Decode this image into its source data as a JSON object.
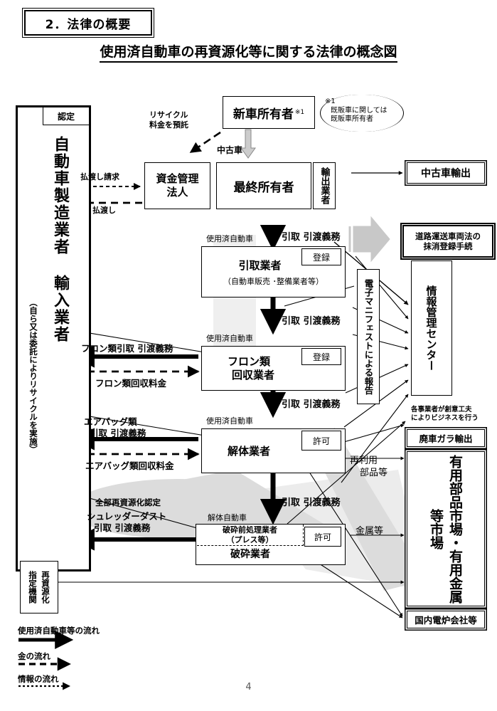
{
  "header": {
    "section_badge": "2．法律の概要",
    "title": "使用済自動車の再資源化等に関する法律の概念図",
    "page_number": "4"
  },
  "nodes": {
    "manufacturer": {
      "main": "自動車製造業者 輸入業者",
      "sub": "（自ら又は委託によりリサイクルを実施）",
      "tag": "認定"
    },
    "designated_org": {
      "col1": "再資源化",
      "col2": "指定機関"
    },
    "new_car_owner": {
      "label": "新車所有者",
      "note_mark": "※1"
    },
    "note1": {
      "mark": "※1",
      "line1": "既販車に関しては",
      "line2": "既販車所有者"
    },
    "fund_mgmt": {
      "line1": "資金管理",
      "line2": "法人"
    },
    "last_owner": {
      "label": "最終所有者"
    },
    "exporter": {
      "label": "輸出業者"
    },
    "used_car_export": {
      "label": "中古車輸出"
    },
    "road_law": {
      "line1": "道路運送車両法の",
      "line2": "抹消登録手続"
    },
    "collector": {
      "label": "引取業者",
      "sub": "（自動車販売 ･整備業者等）",
      "tag": "登録"
    },
    "fluorocarbon": {
      "line1": "フロン類",
      "line2": "回収業者",
      "tag": "登録"
    },
    "dismantler": {
      "label": "解体業者",
      "tag": "許可"
    },
    "shredder": {
      "pre1": "破砕前処理業者",
      "pre2": "（プレス等）",
      "main": "破砕業者",
      "tag": "許可"
    },
    "info_center": {
      "label": "情報管理センター"
    },
    "manifest": {
      "label": "電子マニフェストによる報告"
    },
    "market_note": {
      "line1": "各事業者が創意工夫",
      "line2": "によりビジネスを行う"
    },
    "scrap_export": {
      "label": "廃車ガラ輸出"
    },
    "market": {
      "label": "有用部品市場・有用金属等市場"
    },
    "furnace": {
      "label": "国内電炉会社等"
    }
  },
  "edge_labels": {
    "recycle_deposit": {
      "line1": "リサイクル",
      "line2": "料金を預託"
    },
    "payout_request": "払渡し請求",
    "payout": "払渡し",
    "used_car": "中古車",
    "elv_1": "使用済自動車",
    "elv_2": "使用済自動車",
    "elv_3": "使用済自動車",
    "duty_1": "引取 引渡義務",
    "duty_2": "引取 引渡義務",
    "duty_3": "引取 引渡義務",
    "duty_4": "引取 引渡義務",
    "fluoro_duty": "フロン類引取 引渡義務",
    "fluoro_fee": "フロン類回収料金",
    "airbag_duty_1": "エアバッグ類",
    "airbag_duty_2": "引取 引渡義務",
    "airbag_fee": "エアバッグ類回収料金",
    "full_recycle_cert": "全部再資源化認定",
    "shredder_dust_1": "シュレッダーダスト",
    "shredder_dust_2": "引取 引渡義務",
    "dismantled_car": "解体自動車",
    "reuse_parts_1": "再利用",
    "reuse_parts_2": "部品等",
    "metals": "金属等"
  },
  "legend": {
    "flow_elv": "使用済自動車等の流れ",
    "flow_money": "金の流れ",
    "flow_info": "情報の流れ"
  },
  "colors": {
    "ink": "#000000",
    "paper": "#ffffff",
    "watermark": "#dcdcdc",
    "gray_arrow": "#c8c8c8"
  }
}
